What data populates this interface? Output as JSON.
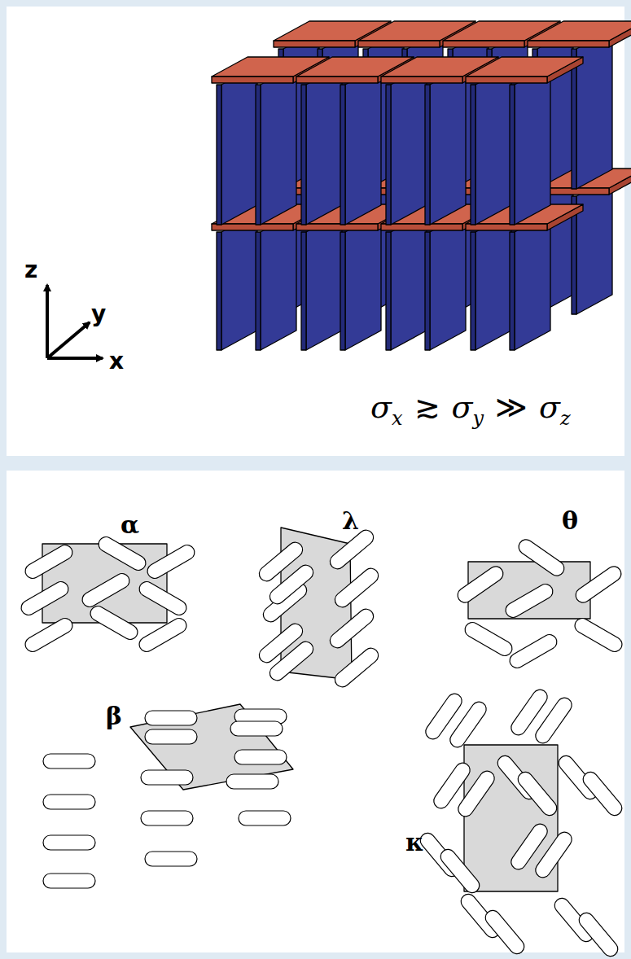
{
  "diagram": {
    "labels": [
      "z",
      "y",
      "x",
      "σ",
      "x",
      "≳",
      "σ",
      "y",
      "≫",
      "σ",
      "z",
      "α",
      "λ",
      "θ",
      "β",
      "κ"
    ]
  }
}
